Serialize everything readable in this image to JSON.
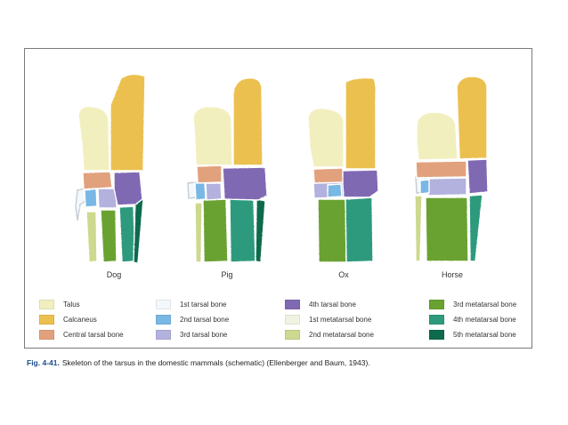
{
  "species": [
    "Dog",
    "Pig",
    "Ox",
    "Horse"
  ],
  "legend": [
    [
      {
        "label": "Talus",
        "color": "#f2efbf"
      },
      {
        "label": "Calcaneus",
        "color": "#ecc04f"
      },
      {
        "label": "Central tarsal bone",
        "color": "#e2a17d"
      }
    ],
    [
      {
        "label": "1st tarsal bone",
        "color": "#f3f8fc"
      },
      {
        "label": "2nd tarsal bone",
        "color": "#79b7e5"
      },
      {
        "label": "3rd tarsal bone",
        "color": "#b3b1de"
      }
    ],
    [
      {
        "label": "4th tarsal bone",
        "color": "#8069b3"
      },
      {
        "label": "1st metatarsal bone",
        "color": "#f2f2e2"
      },
      {
        "label": "2nd metatarsal bone",
        "color": "#ccd98e"
      }
    ],
    [
      {
        "label": "3rd metatarsal bone",
        "color": "#6aa232"
      },
      {
        "label": "4th metatarsal bone",
        "color": "#2e9a7d"
      },
      {
        "label": "5th metatarsal bone",
        "color": "#0e6a4d"
      }
    ]
  ],
  "caption": {
    "fig_num": "Fig. 4-41.",
    "text": "Skeleton of the tarsus in the domestic mammals (schematic) (Ellenberger and Baum, 1943)."
  }
}
